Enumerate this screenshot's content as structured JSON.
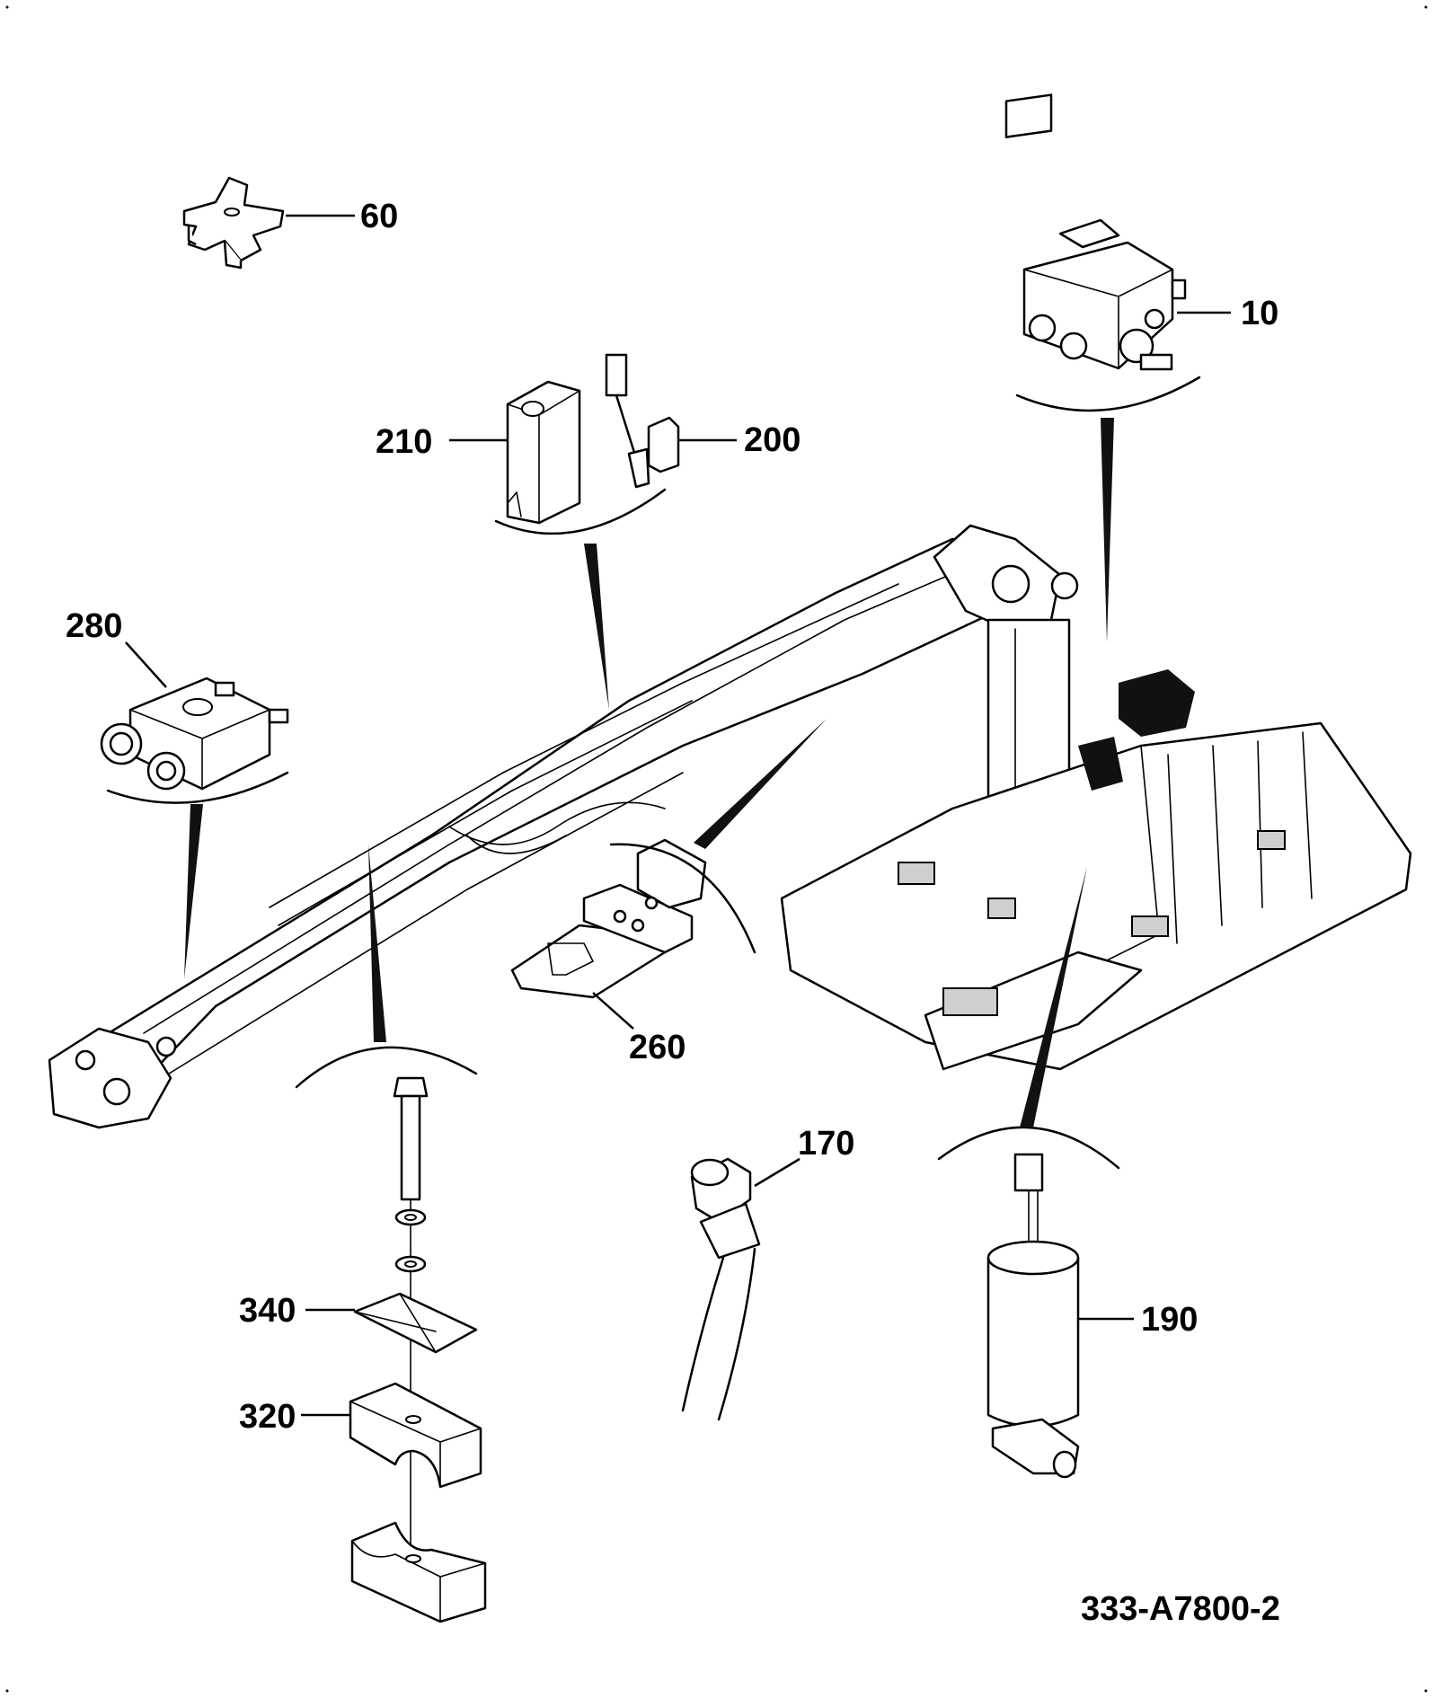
{
  "callouts": {
    "c10": "10",
    "c60": "60",
    "c170": "170",
    "c190": "190",
    "c200": "200",
    "c210": "210",
    "c260": "260",
    "c280": "280",
    "c320": "320",
    "c340": "340"
  },
  "drawing_number": "333-A7800-2"
}
